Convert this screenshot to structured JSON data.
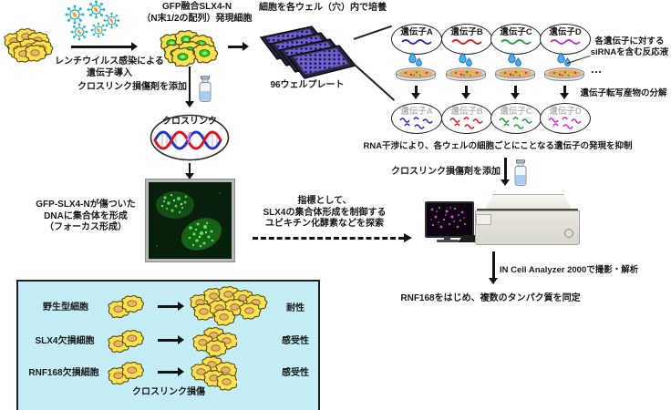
{
  "flow": {
    "gfp_line1": "GFP融合SLX4-N",
    "gfp_line2": "（N末1/2の配列）発現細胞",
    "lenti_line1": "レンチウイルス感染による",
    "lenti_line2": "遺伝子導入",
    "add_crosslink_left": "クロスリンク損傷剤を添加",
    "crosslink_oval": "クロスリンク",
    "focus_line1": "GFP-SLX4-Nが傷ついた",
    "focus_line2": "DNAに集合体を形成",
    "focus_line3": "（フォーカス形成）",
    "culture": "細胞を各ウェル（穴）内で培養",
    "plate96": "96ウェルプレート",
    "sirna_line1": "各遺伝子に対する",
    "sirna_line2": "siRNAを含む反応液",
    "ellipsis": "…",
    "degradation": "遺伝子転写産物の分解",
    "rnai": "RNA干渉により、各ウェルの細胞ごとにことなる遺伝子の発現を抑制",
    "add_crosslink_right": "クロスリンク損傷剤を添加",
    "screen_line1": "指標として、",
    "screen_line2": "SLX4の集合体形成を制御する",
    "screen_line3": "ユビキチン化酵素などを探索",
    "analyzer": "IN Cell Analyzer 2000で撮影・解析",
    "result": "RNF168をはじめ、複数のタンパク質を同定"
  },
  "genes": [
    {
      "name": "遺伝子A",
      "color": "#2b2bcc"
    },
    {
      "name": "遺伝子B",
      "color": "#dd1c1c"
    },
    {
      "name": "遺伝子C",
      "color": "#22a136"
    },
    {
      "name": "遺伝子D",
      "color": "#cc2fcc"
    }
  ],
  "bottom_box": {
    "rows": [
      {
        "label": "野生型細胞",
        "result": "耐性"
      },
      {
        "label": "SLX4欠損細胞",
        "result": "感受性"
      },
      {
        "label": "RNF168欠損細胞",
        "result": "感受性"
      }
    ],
    "caption": "クロスリンク損傷"
  },
  "colors": {
    "cell_yellow": "#f9e052",
    "nucleus_orange": "#e6b56a",
    "nucleus_green": "#2fca2f",
    "virus_teal": "#27b2c4",
    "plate_wells": "#6f5fd6",
    "droplet_blue": "#4aaef2",
    "dish_contents": "#efa75c",
    "micrograph_green": "#45d945",
    "screen_magenta": "#d14a9e",
    "box_background": "#c4edf5",
    "dna_red": "#dd1122",
    "dna_blue": "#2233cc"
  }
}
